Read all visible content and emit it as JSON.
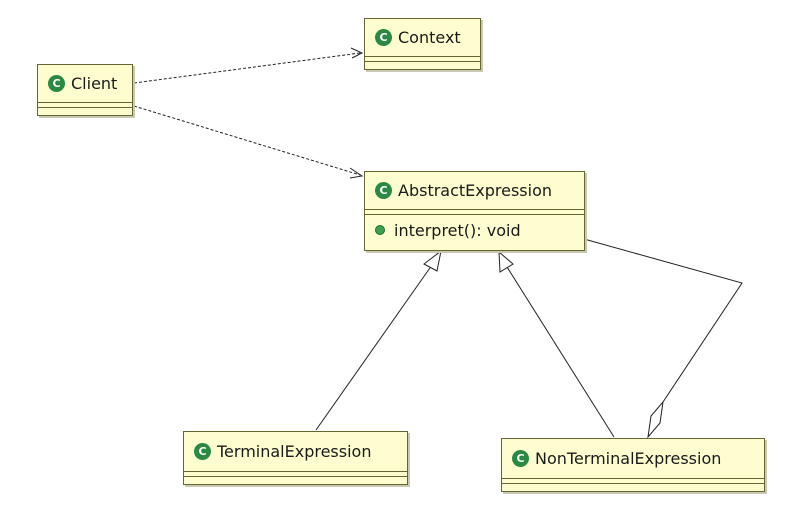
{
  "diagram": {
    "classes": [
      {
        "id": "client",
        "name": "Client",
        "stereotype_icon": "class-icon"
      },
      {
        "id": "context",
        "name": "Context",
        "stereotype_icon": "class-icon"
      },
      {
        "id": "abstract",
        "name": "AbstractExpression",
        "stereotype_icon": "class-icon",
        "operations": [
          {
            "visibility": "public",
            "text": "interpret(): void"
          }
        ]
      },
      {
        "id": "terminal",
        "name": "TerminalExpression",
        "stereotype_icon": "class-icon"
      },
      {
        "id": "nonterminal",
        "name": "NonTerminalExpression",
        "stereotype_icon": "class-icon"
      }
    ],
    "relations": [
      {
        "from": "Client",
        "to": "Context",
        "type": "dependency"
      },
      {
        "from": "Client",
        "to": "AbstractExpression",
        "type": "dependency"
      },
      {
        "from": "TerminalExpression",
        "to": "AbstractExpression",
        "type": "generalization"
      },
      {
        "from": "NonTerminalExpression",
        "to": "AbstractExpression",
        "type": "generalization"
      },
      {
        "from": "NonTerminalExpression",
        "to": "AbstractExpression",
        "type": "aggregation"
      }
    ],
    "icon_glyph": "C",
    "colors": {
      "class_fill": "#fdfdd0",
      "class_border": "#666633",
      "icon_green": "#2a8a44"
    }
  }
}
